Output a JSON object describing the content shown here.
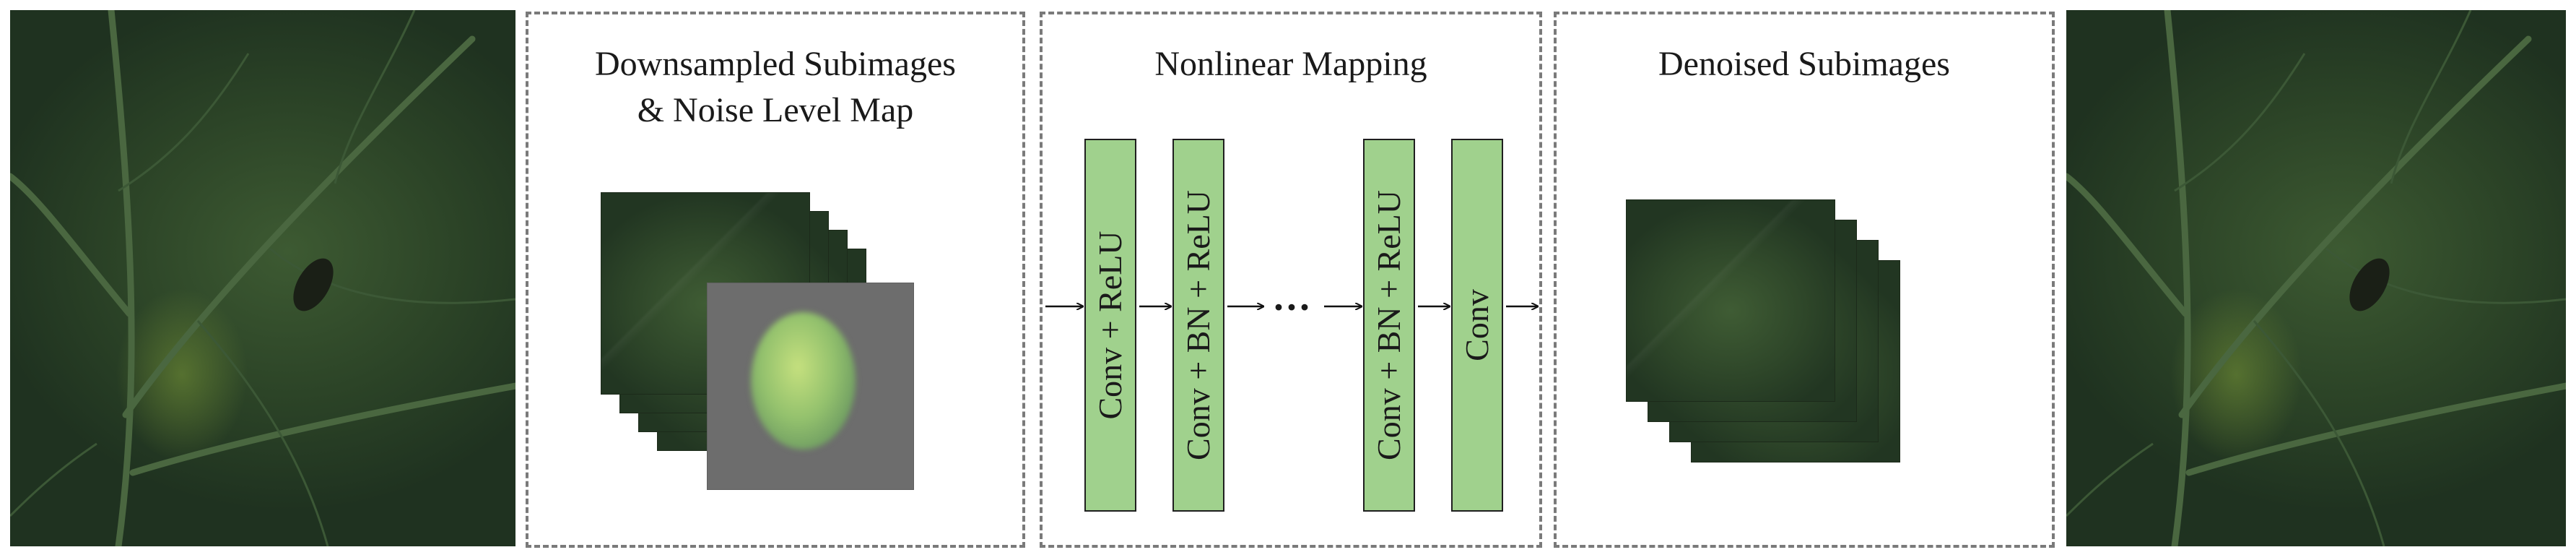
{
  "panels": {
    "input_title_line1": "Downsampled Subimages",
    "input_title_line2": "& Noise Level Map",
    "mapping_title": "Nonlinear Mapping",
    "output_title": "Denoised Subimages"
  },
  "layers": [
    {
      "label": "Conv + ReLU"
    },
    {
      "label": "Conv + BN + ReLU"
    },
    {
      "label": "Conv + BN + ReLU"
    },
    {
      "label": "Conv"
    }
  ],
  "ellipsis": "···",
  "colors": {
    "layer_fill": "#a0d18d",
    "panel_border": "#7a7a7a",
    "noise_map": "#6d6d6d",
    "leaf_dark": "#2c4427"
  }
}
